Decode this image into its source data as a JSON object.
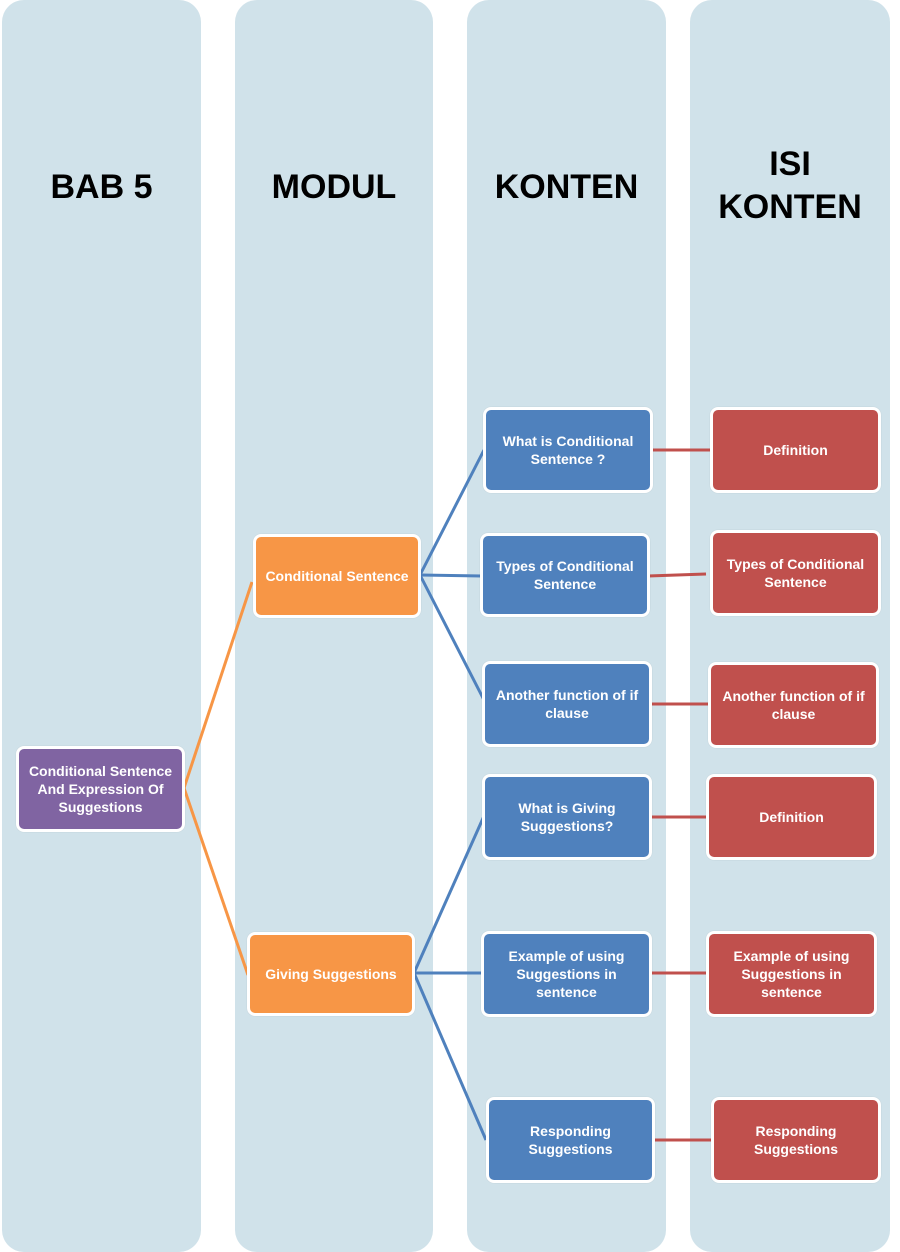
{
  "colors": {
    "column_bg": "#d0e2ea",
    "root": "#8064a2",
    "modul": "#f79646",
    "konten": "#4f81bd",
    "isi_konten": "#c0504d"
  },
  "columns": [
    {
      "title": "BAB 5"
    },
    {
      "title": "MODUL"
    },
    {
      "title": "KONTEN"
    },
    {
      "title_line1": "ISI",
      "title_line2": "KONTEN"
    }
  ],
  "root": {
    "label": "Conditional Sentence And Expression Of Suggestions"
  },
  "modules": [
    {
      "label": "Conditional Sentence",
      "contents": [
        {
          "label": "What is Conditional Sentence ?",
          "isi": "Definition"
        },
        {
          "label": "Types of Conditional Sentence",
          "isi": "Types of Conditional Sentence"
        },
        {
          "label": "Another function of if clause",
          "isi": "Another function of if clause"
        }
      ]
    },
    {
      "label": "Giving Suggestions",
      "contents": [
        {
          "label": "What is Giving Suggestions?",
          "isi": "Definition"
        },
        {
          "label": "Example of using Suggestions in sentence",
          "isi": "Example of using Suggestions in sentence"
        },
        {
          "label": "Responding Suggestions",
          "isi": "Responding Suggestions"
        }
      ]
    }
  ]
}
